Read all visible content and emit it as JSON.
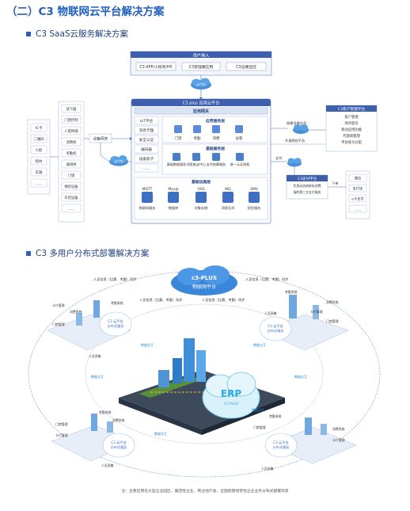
{
  "page_title": "（二）C3 物联网云平台解决方案",
  "section1_title": "C3 SaaS云服务解决方案",
  "section2_title": "C3 多用户分布式部署解决方案",
  "saas": {
    "user_access": {
      "title": "用户接入",
      "items": [
        "C3 APP/小程序/H5",
        "C3管理端应用",
        "C3远端监控"
      ]
    },
    "http_top": "HTTP",
    "http_left": "HTTP",
    "platform_title": "C3 plus 应用云平台",
    "gateway_title": "应用网关",
    "left_services": [
      "IoT平台",
      "消息代理",
      "安全认证",
      "编码器",
      "设备影子",
      "……"
    ],
    "app_services": {
      "title": "应用服务层",
      "items": [
        "门禁",
        "考勤",
        "消费",
        "访客"
      ]
    },
    "base_services": {
      "title": "基础服务层",
      "items": [
        "基础数据服务",
        "消息推送中心",
        "支付结算服务",
        "统一认证授权"
      ]
    },
    "infra": {
      "title": "基础设施层",
      "items": [
        {
          "name": "MQTT",
          "label": "物联网服务"
        },
        {
          "name": "Mysql",
          "label": "数据库"
        },
        {
          "name": "OSS",
          "label": "对象存储"
        },
        {
          "name": "MQ",
          "label": "消息队列"
        },
        {
          "name": "SMS",
          "label": "短信服务"
        }
      ]
    },
    "devices_left": [
      "IC卡",
      "二维码",
      "人脸",
      "指纹",
      "车辆",
      "……"
    ],
    "devices_right": [
      "读卡器",
      "门禁控制",
      "人脸终端",
      "消费机",
      "考勤机",
      "通道闸",
      "门锁",
      "梯控设备",
      "车控设备",
      "……"
    ],
    "device_gateway": "设备网关",
    "mgmt": {
      "title": "C3客户管理平台",
      "items": [
        "客户管理",
        "项目登记",
        "移动应用功能",
        "代理商管理",
        "平台账号分配"
      ]
    },
    "pay": {
      "title": "C3支付平台",
      "items": [
        "负责动态收款码消费",
        "接的第三方支付服务"
      ]
    },
    "pay_right": [
      "微信",
      "支付宝",
      "e卡支付",
      "……"
    ],
    "arrow_labels": {
      "sync": "按需设备信息",
      "push": "开通授权平台",
      "pay": "支付",
      "order": "下单"
    }
  },
  "distributed": {
    "cloud_title": "c3-PLUS",
    "cloud_subtitle": "物联网平台",
    "erp_title": "ERP",
    "erp_subtitle": "C3 PLUS",
    "sync_labels": [
      "人员信息（比赛、考勤）同步",
      "人员信息（比赛、考勤）同步",
      "人员信息（比赛、考勤）同步",
      "人员信息（比赛、考勤）同步"
    ],
    "exchange": "数据交互",
    "sites": [
      {
        "title": "C3 云平台",
        "subtitle": "分布式服务",
        "labels": [
          "卡片管理",
          "消费系统",
          "门禁管理",
          "考勤系统",
          "人员采集"
        ]
      },
      {
        "title": "C3 云平台",
        "subtitle": "分布式服务",
        "labels": [
          "考勤系统",
          "消费系统",
          "门禁管理",
          "卡片管理",
          "人员采集"
        ]
      },
      {
        "title": "C3 云平台",
        "subtitle": "分布式服务",
        "labels": [
          "考勤系统",
          "门禁管理",
          "卡片管理",
          "消费系统",
          "人员采集"
        ]
      },
      {
        "title": "C3 云平台",
        "subtitle": "分布式服务",
        "labels": [
          "考勤系统",
          "门禁管理",
          "消费系统",
          "卡片管理",
          "人员采集"
        ]
      }
    ],
    "center_labels": [
      "数据交互",
      "数据交互",
      "数据交互",
      "数据交互"
    ]
  },
  "footnote": "注：主要应用在大型企业园区、集团性企业、商业地产类、全国连锁经营性企业业务分布式部署场景"
}
